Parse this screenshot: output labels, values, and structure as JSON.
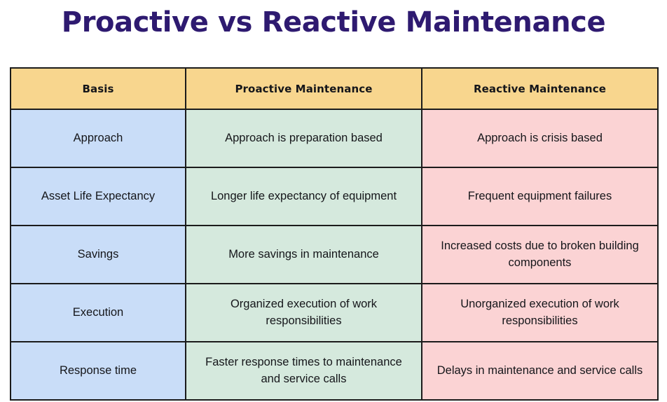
{
  "title": "Proactive vs Reactive Maintenance",
  "colors": {
    "title_text": "#2E1A70",
    "header_bg": "#F8D68E",
    "basis_col_bg": "#C9DDF8",
    "proactive_col_bg": "#D5E9DD",
    "reactive_col_bg": "#FBD3D4",
    "border": "#1b1b1b",
    "body_text": "#15161a",
    "page_bg": "#ffffff"
  },
  "table": {
    "headers": [
      "Basis",
      "Proactive Maintenance",
      "Reactive Maintenance"
    ],
    "rows": [
      {
        "basis": "Approach",
        "proactive": "Approach is preparation based",
        "reactive": "Approach is crisis based"
      },
      {
        "basis": "Asset Life Expectancy",
        "proactive": "Longer life expectancy of equipment",
        "reactive": "Frequent equipment failures"
      },
      {
        "basis": "Savings",
        "proactive": "More savings in maintenance",
        "reactive": "Increased costs due to broken building components"
      },
      {
        "basis": "Execution",
        "proactive": "Organized execution of work responsibilities",
        "reactive": "Unorganized execution of work responsibilities"
      },
      {
        "basis": "Response time",
        "proactive": "Faster response times to maintenance and service calls",
        "reactive": "Delays in maintenance and service calls"
      }
    ]
  }
}
